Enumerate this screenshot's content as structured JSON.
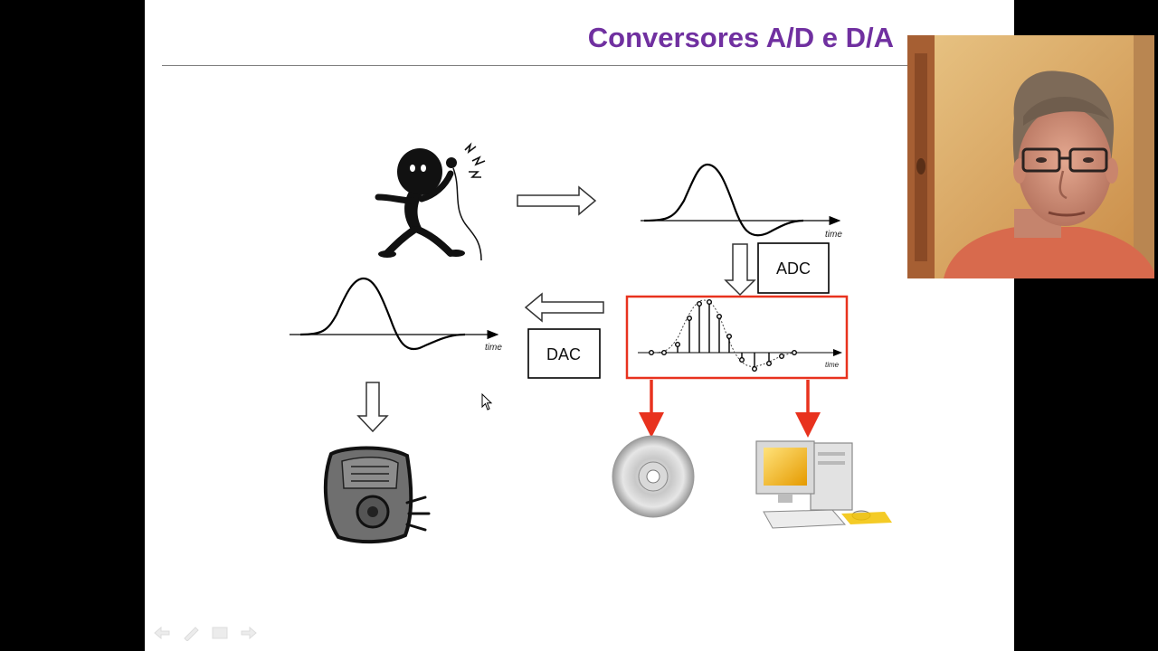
{
  "slide": {
    "title": "Conversores A/D e D/A"
  },
  "diagram": {
    "adc_label": "ADC",
    "dac_label": "DAC",
    "time_label": "time"
  },
  "colors": {
    "title": "#7030a0",
    "highlight_box": "#e8321e",
    "outline": "#000000",
    "monitor_screen": "#f5b800"
  },
  "icons": [
    "singer-icon",
    "speaker-icon",
    "cd-icon",
    "computer-icon",
    "mouse-cursor-icon"
  ],
  "navigation": {
    "buttons": [
      "previous-slide",
      "pen-tool",
      "slide-menu",
      "next-slide"
    ]
  }
}
